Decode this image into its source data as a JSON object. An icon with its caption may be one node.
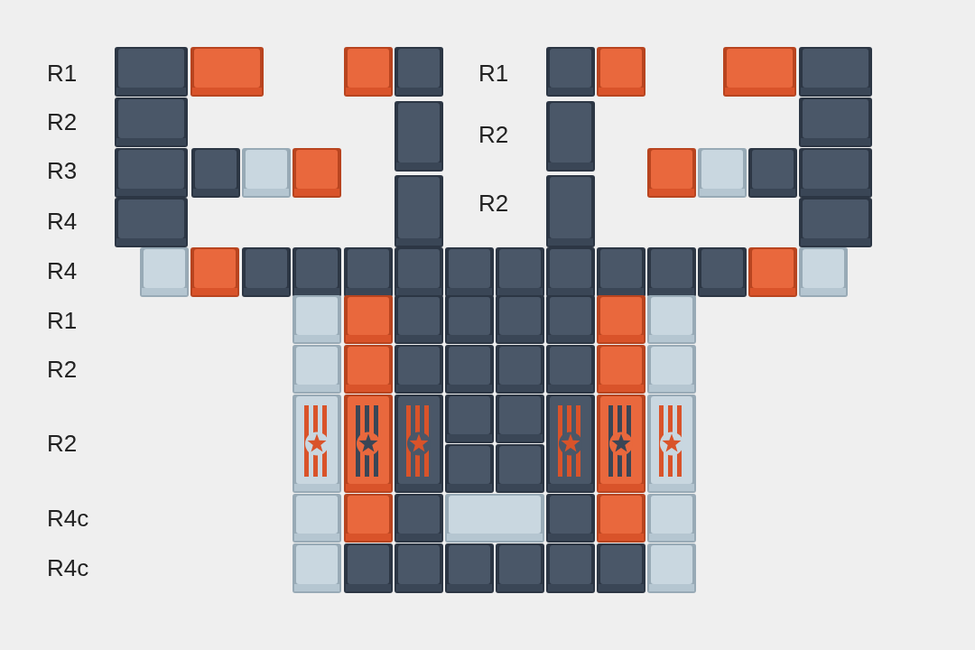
{
  "diagram": {
    "labels": [
      "R1",
      "R1",
      "R2",
      "R2",
      "R3",
      "R2",
      "R4",
      "R4",
      "R1",
      "R2",
      "R2",
      "R4c",
      "R4c"
    ]
  }
}
